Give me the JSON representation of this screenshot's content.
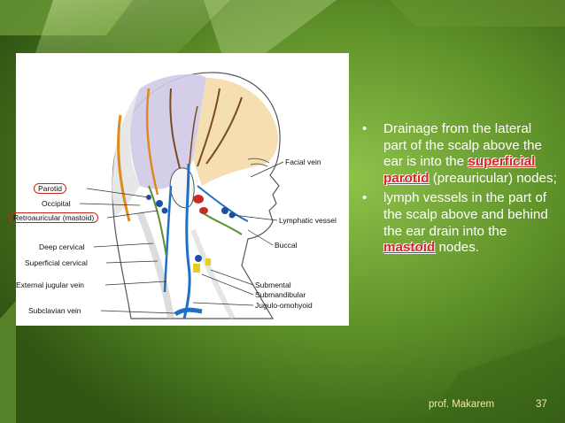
{
  "figure": {
    "labels_left": {
      "parotid": "Parotid",
      "occipital": "Occipital",
      "retroauricular": "Retroauricular (mastoid)",
      "deep_cervical": "Deep cervical",
      "superficial_cervical": "Superficial cervical",
      "external_jugular": "External jugular vein",
      "subclavian": "Subclavian vein"
    },
    "labels_right": {
      "facial_vein": "Facial vein",
      "lymphatic_vessel": "Lymphatic vessel",
      "buccal": "Buccal",
      "submental": "Submental",
      "submandibular": "Submandibular",
      "jugulo_omohyoid": "Jugulo-omohyoid"
    }
  },
  "bullets": [
    {
      "before": "Drainage from the lateral part of the scalp above the ear is into the ",
      "highlight": "superficial parotid",
      "after": " (preauricular) nodes;"
    },
    {
      "before": "lymph vessels in the part of the scalp above and behind the ear drain into the ",
      "highlight": "mastoid",
      "after": " nodes."
    }
  ],
  "footer": {
    "author": "prof. Makarem",
    "page": "37"
  },
  "colors": {
    "background": "#4a7a1e",
    "bullet_text": "#ffffff",
    "highlight": "#d8232a",
    "footer_text": "#f1e9a8"
  }
}
